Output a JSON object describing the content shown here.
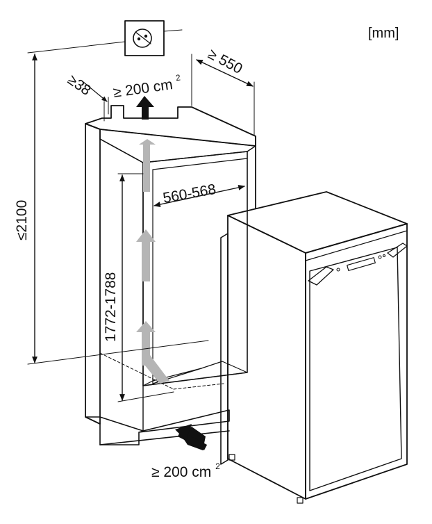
{
  "unit_label": "[mm]",
  "dimensions": {
    "depth_gap": "≥38",
    "ventilation_top_value": "≥ 200 cm",
    "ventilation_top_exp": "2",
    "niche_depth": "≥ 550",
    "height_total": "≤2100",
    "niche_width": "560-568",
    "niche_height": "1772-1788",
    "ventilation_bottom_value": "≥ 200 cm",
    "ventilation_bottom_exp": "2"
  },
  "colors": {
    "line": "#111111",
    "airflow_arrow": "#b5b5b5",
    "vent_arrow": "#111111"
  },
  "icons": [
    "power-socket-icon"
  ]
}
